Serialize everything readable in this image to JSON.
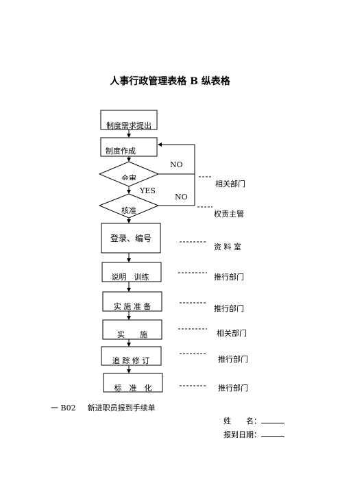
{
  "title": "人事行政管理表格 B 纵表格",
  "flow": {
    "steps": [
      "制度需求提出",
      "制度作成",
      "会审",
      "核准",
      "登录、编号",
      "说明　训练",
      "实 施 准 备",
      "实　　施",
      "追 踪 修 订",
      "标　准　化"
    ],
    "departments": [
      "相关部门",
      "权责主管",
      "资 料 室",
      "推行部门",
      "推行部门",
      "相关部门",
      "推行部门",
      "推行部门"
    ],
    "labels": {
      "no_1": "NO",
      "yes": "YES",
      "no_2": "NO"
    }
  },
  "form": {
    "code": "一 B02",
    "title": "新进职员报到手续单",
    "name_label": "姓　　名：",
    "date_label": "报到日期："
  }
}
